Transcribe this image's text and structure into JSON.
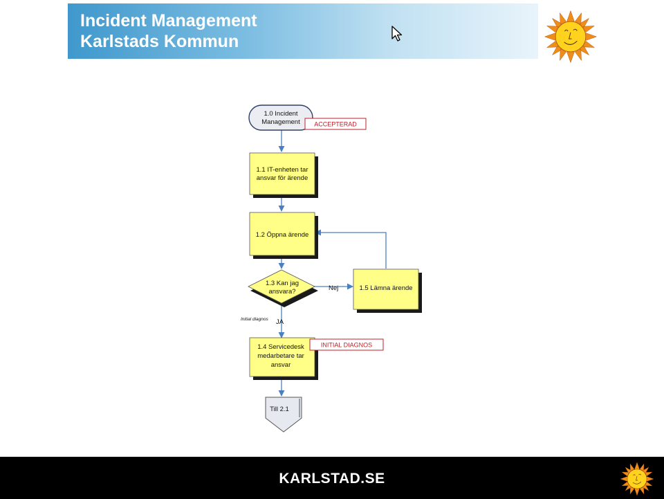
{
  "header": {
    "title_line1": "Incident Management",
    "title_line2": "Karlstads Kommun"
  },
  "diagram": {
    "start": {
      "line1": "1.0 Incident",
      "line2": "Management"
    },
    "start_tag": "ACCEPTERAD",
    "step_1_1": {
      "line1": "1.1 IT-enheten tar",
      "line2": "ansvar för ärende"
    },
    "step_1_2": "1.2 Öppna ärende",
    "decision_1_3": {
      "line1": "1.3 Kan jag",
      "line2": "ansvara?"
    },
    "label_no": "Nej",
    "step_1_5": "1.5 Lämna ärende",
    "label_initial_diagnos": "Initial diagnos",
    "label_yes": "JA",
    "step_1_4": {
      "line1": "1.4 Servicedesk",
      "line2": "medarbetare tar",
      "line3": "ansvar"
    },
    "step_1_4_tag": "INITIAL DIAGNOS",
    "connector": "Till 2.1"
  },
  "footer": {
    "text": "KARLSTAD.SE"
  },
  "icons": {
    "logo_top": "sun-logo-icon",
    "logo_bottom": "sun-logo-icon",
    "pointer": "mouse-cursor-icon"
  },
  "colors": {
    "banner_start": "#3f98cc",
    "process_fill": "#ffff88",
    "arrow": "#4a7fc1",
    "tag_border": "#c0202a",
    "footer_bg": "#000000",
    "sun_fill": "#ffd21e",
    "sun_rays": "#f08c1a"
  }
}
